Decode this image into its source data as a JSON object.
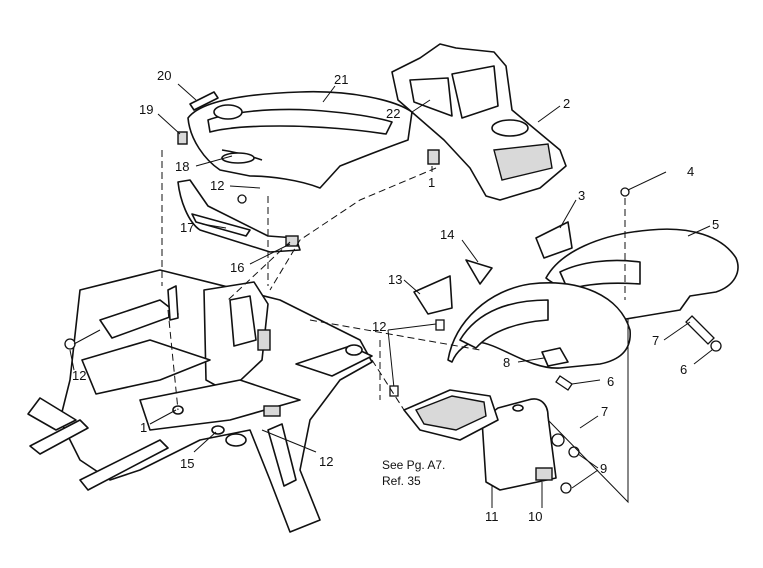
{
  "callouts": [
    {
      "id": "c1a",
      "text": "1"
    },
    {
      "id": "c1b",
      "text": "1"
    },
    {
      "id": "c2",
      "text": "2"
    },
    {
      "id": "c3",
      "text": "3"
    },
    {
      "id": "c4",
      "text": "4"
    },
    {
      "id": "c5",
      "text": "5"
    },
    {
      "id": "c6a",
      "text": "6"
    },
    {
      "id": "c6b",
      "text": "6"
    },
    {
      "id": "c7a",
      "text": "7"
    },
    {
      "id": "c7b",
      "text": "7"
    },
    {
      "id": "c8",
      "text": "8"
    },
    {
      "id": "c9",
      "text": "9"
    },
    {
      "id": "c10",
      "text": "10"
    },
    {
      "id": "c11",
      "text": "11"
    },
    {
      "id": "c12a",
      "text": "12"
    },
    {
      "id": "c12b",
      "text": "12"
    },
    {
      "id": "c12c",
      "text": "12"
    },
    {
      "id": "c12d",
      "text": "12"
    },
    {
      "id": "c13",
      "text": "13"
    },
    {
      "id": "c14",
      "text": "14"
    },
    {
      "id": "c15",
      "text": "15"
    },
    {
      "id": "c16",
      "text": "16"
    },
    {
      "id": "c17",
      "text": "17"
    },
    {
      "id": "c18",
      "text": "18"
    },
    {
      "id": "c19",
      "text": "19"
    },
    {
      "id": "c20",
      "text": "20"
    },
    {
      "id": "c21",
      "text": "21"
    },
    {
      "id": "c22",
      "text": "22"
    }
  ],
  "note": {
    "line1": "See Pg. A7.",
    "line2": "Ref. 35"
  }
}
